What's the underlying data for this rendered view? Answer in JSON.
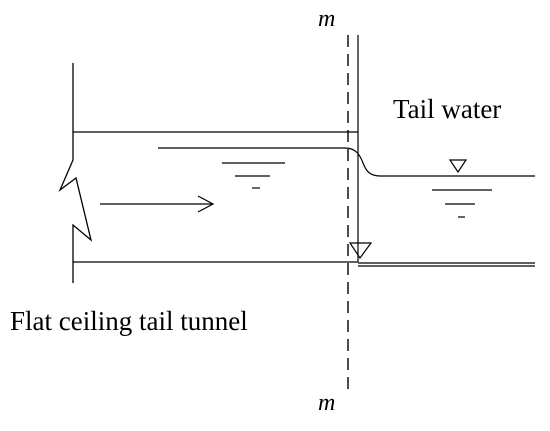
{
  "labels": {
    "section_top": "m",
    "section_bottom": "m",
    "tail_water": "Tail water",
    "tunnel": "Flat ceiling tail tunnel"
  },
  "colors": {
    "line": "#000000",
    "background": "#ffffff"
  },
  "icons": {
    "water_level_symbols": [
      "water-level-triangle-icon",
      "water-level-hatch-icon"
    ],
    "flow_direction": "flow-arrow-icon"
  }
}
